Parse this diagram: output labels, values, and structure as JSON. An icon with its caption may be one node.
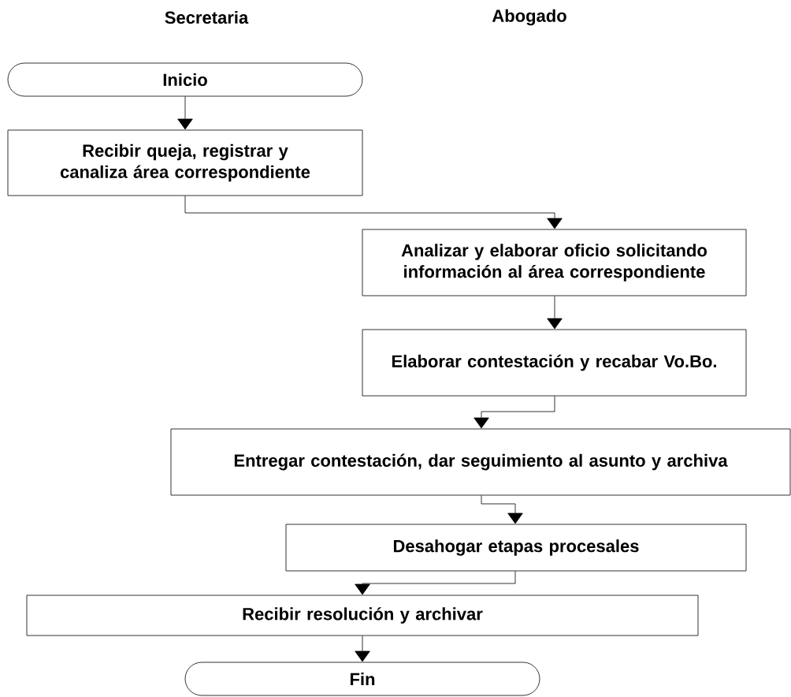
{
  "diagram": {
    "nodes": [
      {
        "text": [
          "Inicio"
        ]
      },
      {
        "text": [
          "Recibir queja, registrar y canaliza  área correspondiente"
        ]
      },
      {
        "text": [
          "Analizar y elaborar oficio solicitando información al área correspondiente"
        ]
      },
      {
        "text": [
          "Elaborar contestación y recabar Vo.Bo."
        ]
      },
      {
        "text": [
          "Entregar contestación, dar seguimiento al asunto y archiva"
        ]
      },
      {
        "text": [
          "Desahogar etapas procesales"
        ]
      },
      {
        "text": [
          "Recibir resolución y archivar"
        ]
      },
      {
        "text": [
          "Fin"
        ]
      }
    ],
    "edges": [
      {
        "from": 0,
        "to": 1,
        "arrow": "to"
      },
      {
        "from": 1,
        "to": 2,
        "arrow": "to"
      },
      {
        "from": 2,
        "to": 3,
        "arrow": "to"
      },
      {
        "from": 3,
        "to": 4,
        "arrow": "to"
      },
      {
        "from": 4,
        "to": 5,
        "arrow": "to"
      },
      {
        "from": 5,
        "to": 6,
        "arrow": "to"
      },
      {
        "from": 6,
        "to": 7,
        "arrow": "to"
      }
    ],
    "labels": [
      "Secretaria",
      "Abogado"
    ]
  }
}
